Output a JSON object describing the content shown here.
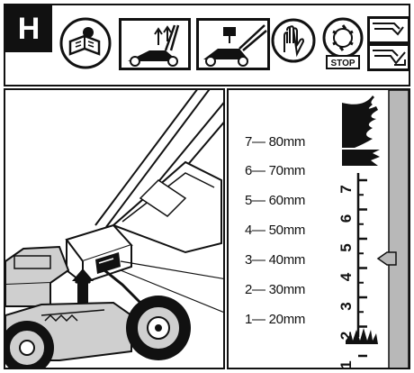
{
  "header": {
    "section_letter": "H",
    "icons": [
      "read-manual-icon",
      "lift-handle-icon",
      "mower-push-icon",
      "gloves-icon",
      "stop-blade-icon",
      "hand-hazard-icon"
    ],
    "stop_label": "STOP"
  },
  "height_settings": [
    {
      "level": "7",
      "label": "7— 80mm"
    },
    {
      "level": "6",
      "label": "6— 70mm"
    },
    {
      "level": "5",
      "label": "5— 60mm"
    },
    {
      "level": "4",
      "label": "4— 50mm"
    },
    {
      "level": "3",
      "label": "3— 40mm"
    },
    {
      "level": "2",
      "label": "2— 30mm"
    },
    {
      "level": "1",
      "label": "1— 20mm"
    }
  ],
  "scale": {
    "numbers": [
      "7",
      "6",
      "5",
      "4",
      "3",
      "2",
      "1"
    ],
    "current_level": 5
  },
  "colors": {
    "ink": "#111111",
    "slider_gray": "#b8b8b8",
    "mower_gray": "#cfcfcf"
  }
}
